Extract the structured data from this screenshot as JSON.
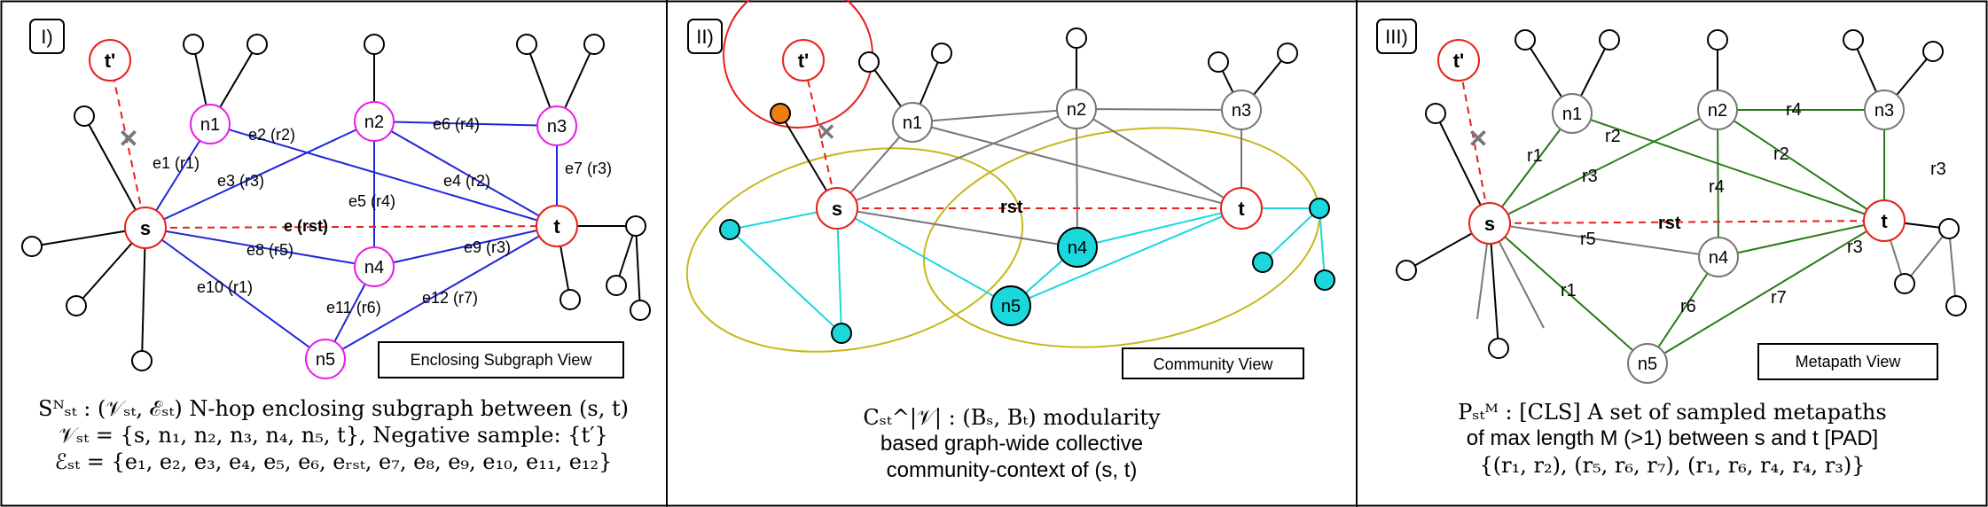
{
  "panels": [
    {
      "tag": "I)",
      "view": "Enclosing Subgraph View",
      "caption_lines": [
        "Sᴺₛₜ : (𝒱ₛₜ, ℰₛₜ) N-hop enclosing subgraph between (s, t)",
        "𝒱ₛₜ = {s, n₁, n₂, n₃, n₄, n₅, t}, Negative sample: {t′}",
        "ℰₛₜ = {e₁, e₂, e₃, e₄, e₅, e₆, eᵣₛₜ, e₇, e₈, e₉, e₁₀, e₁₁, e₁₂}"
      ],
      "nodes": {
        "s": "s",
        "t": "t",
        "tp": "t'",
        "n1": "n1",
        "n2": "n2",
        "n3": "n3",
        "n4": "n4",
        "n5": "n5"
      },
      "edge_labels": {
        "e1": "e1 (r1)",
        "e2": "e2 (r2)",
        "e3": "e3 (r3)",
        "e4": "e4 (r2)",
        "e5": "e5 (r4)",
        "e6": "e6 (r4)",
        "e7": "e7 (r3)",
        "e8": "e8 (r5)",
        "e9": "e9 (r3)",
        "e10": "e10 (r1)",
        "e11": "e11 (r6)",
        "e12": "e12 (r7)",
        "est": "e (rst)"
      }
    },
    {
      "tag": "II)",
      "view": "Community View",
      "caption_lines": [
        "Cₛₜ^|𝒱| : (Bₛ, Bₜ) modularity",
        "based graph-wide collective",
        "community-context of (s, t)"
      ],
      "nodes": {
        "s": "s",
        "t": "t",
        "tp": "t'",
        "n1": "n1",
        "n2": "n2",
        "n3": "n3",
        "n4": "n4",
        "n5": "n5"
      },
      "edge_labels": {
        "rst": "rst"
      }
    },
    {
      "tag": "III)",
      "view": "Metapath View",
      "caption_lines": [
        "Pₛₜᴹ : [CLS] A set of sampled metapaths",
        "of max length M (>1)  between s and t [PAD]",
        "{(r₁, r₂), (r₅, r₆, r₇), (r₁, r₆, r₄, r₄, r₃)}"
      ],
      "nodes": {
        "s": "s",
        "t": "t",
        "tp": "t'",
        "n1": "n1",
        "n2": "n2",
        "n3": "n3",
        "n4": "n4",
        "n5": "n5"
      },
      "edge_labels": {
        "r1a": "r1",
        "r2a": "r2",
        "r3a": "r3",
        "r4a": "r4",
        "r2b": "r2",
        "r4b": "r4",
        "r3b": "r3",
        "r5": "r5",
        "r3c": "r3",
        "r6": "r6",
        "r7": "r7",
        "r1b": "r1",
        "rst": "rst"
      }
    }
  ],
  "colors": {
    "black": "#000000",
    "red": "#e8211c",
    "magenta": "#e81ee8",
    "blue": "#1f27d8",
    "gray": "#7f7f7f",
    "cyan": "#1ad8dc",
    "cyan_dark": "#00b8c0",
    "olive": "#c6b81a",
    "orange": "#f07d12",
    "green": "#2a7a1a"
  }
}
